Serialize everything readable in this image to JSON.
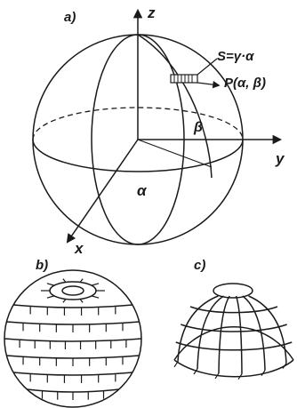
{
  "figure_a": {
    "panel_label": "a)",
    "axis_z": "z",
    "axis_y": "y",
    "axis_x": "x",
    "angle_alpha": "α",
    "angle_beta": "β",
    "formula": "S=γ·α",
    "point_label": "P(α, β)"
  },
  "figure_b": {
    "panel_label": "b)"
  },
  "figure_c": {
    "panel_label": "c)"
  }
}
